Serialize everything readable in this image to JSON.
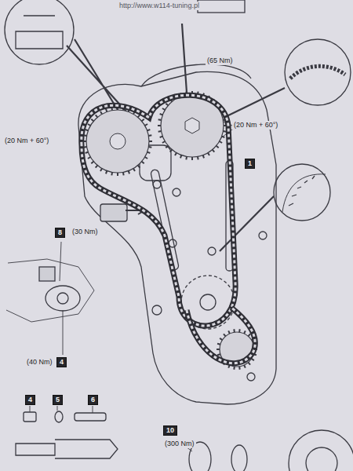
{
  "diagram": {
    "labels": [
      "http://www.w114-tuning.pl",
      "(65 Nm)",
      "(20 Nm + 60°)",
      "(20 Nm + 60°)",
      "1",
      "8",
      "(30 Nm)",
      "(40 Nm)",
      "4",
      "4",
      "5",
      "6",
      "10",
      "(300 Nm)"
    ]
  }
}
